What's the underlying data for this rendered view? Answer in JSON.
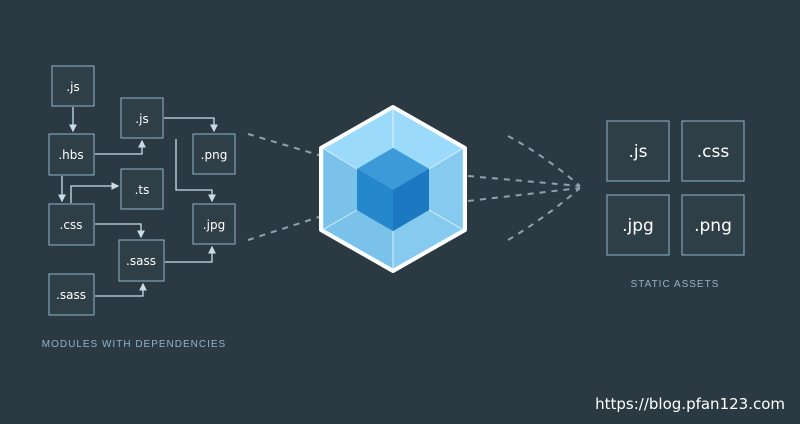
{
  "colors": {
    "background": "#2b3a42",
    "box_fill": "#2f3f48",
    "box_stroke": "#8fb4c9",
    "arrow": "#c9dde8",
    "cube_outer": "#8ed6fb",
    "cube_inner": "#1c78c0",
    "caption": "#8fb4c9"
  },
  "modules": {
    "caption": "MODULES WITH DEPENDENCIES",
    "items": [
      {
        "id": "js1",
        "label": ".js"
      },
      {
        "id": "js2",
        "label": ".js"
      },
      {
        "id": "hbs",
        "label": ".hbs"
      },
      {
        "id": "png",
        "label": ".png"
      },
      {
        "id": "ts",
        "label": ".ts"
      },
      {
        "id": "css",
        "label": ".css"
      },
      {
        "id": "jpg",
        "label": ".jpg"
      },
      {
        "id": "sass1",
        "label": ".sass"
      },
      {
        "id": "sass2",
        "label": ".sass"
      }
    ]
  },
  "bundler": {
    "icon": "webpack-cube-icon"
  },
  "assets": {
    "caption": "STATIC ASSETS",
    "items": [
      {
        "label": ".js"
      },
      {
        "label": ".css"
      },
      {
        "label": ".jpg"
      },
      {
        "label": ".png"
      }
    ]
  },
  "watermark": "https://blog.pfan123.com"
}
